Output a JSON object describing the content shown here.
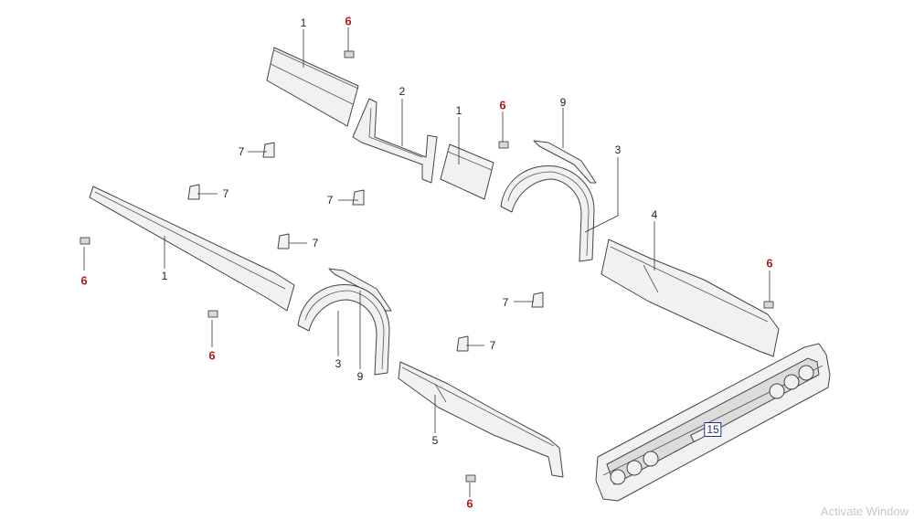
{
  "callouts": {
    "c1_top": "1",
    "c6_top": "6",
    "c2": "2",
    "c1_mid": "1",
    "c6_mid": "6",
    "c9_top": "9",
    "c7_a": "7",
    "c3_top": "3",
    "c7_b": "7",
    "c7_c": "7",
    "c4": "4",
    "c7_d": "7",
    "c6_left": "6",
    "c1_long": "1",
    "c6_right": "6",
    "c6_low": "6",
    "c7_e": "7",
    "c3_bot": "3",
    "c9_bot": "9",
    "c7_f": "7",
    "c5": "5",
    "c15": "15",
    "c6_bottom": "6"
  },
  "watermark": "Activate Window"
}
